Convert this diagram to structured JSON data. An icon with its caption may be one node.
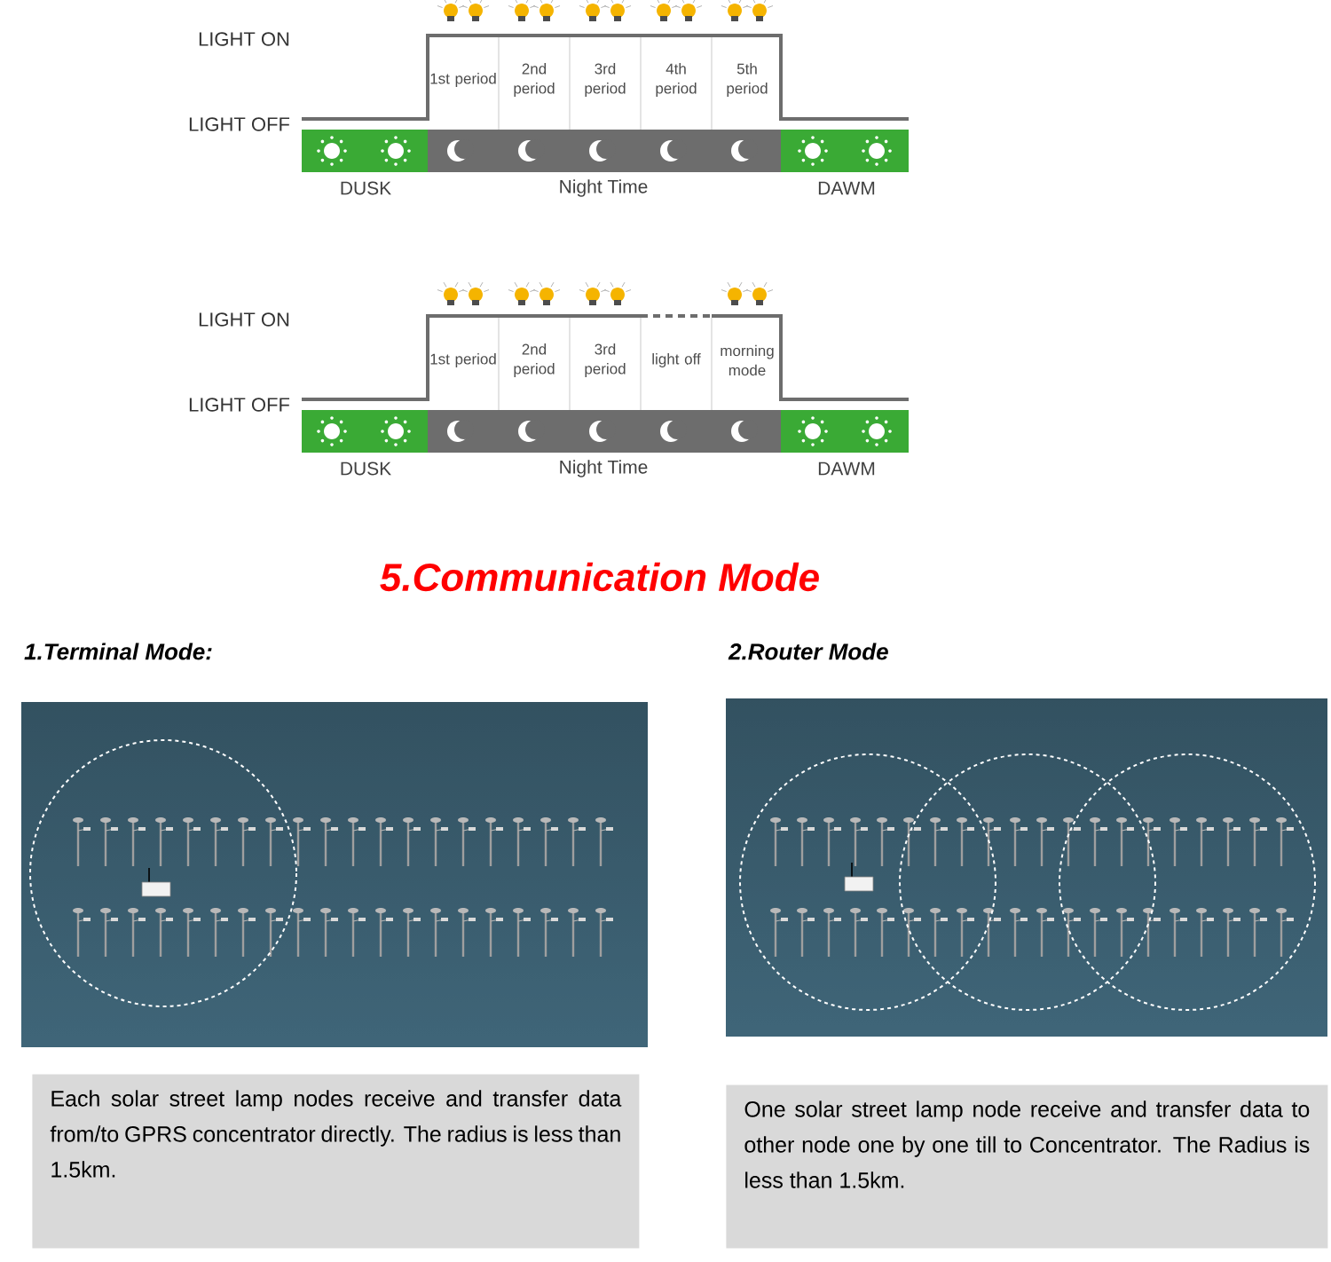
{
  "diagram": {
    "title": "5.Communication Mode",
    "nodes": [
      {
        "text": [
          "Each solar street lamp nodes receive and transfer data from/to GPRS concentrator directly. The radius is less than 1.5km."
        ]
      },
      {
        "text": [
          "One solar street lamp node receive and transfer data to other node one by one till to Concentrator. The Radius is less than 1.5km."
        ]
      }
    ],
    "labels": [
      "LIGHT ON",
      "LIGHT OFF",
      "1st period",
      "2nd period",
      "3rd period",
      "4th period",
      "5th period",
      "DUSK",
      "Night Time",
      "DAWM",
      "LIGHT ON",
      "LIGHT OFF",
      "1st period",
      "2nd period",
      "3rd period",
      "light off",
      "morning mode",
      "DUSK",
      "Night Time",
      "DAWM",
      "1.Terminal Mode:",
      "2.Router Mode"
    ]
  }
}
